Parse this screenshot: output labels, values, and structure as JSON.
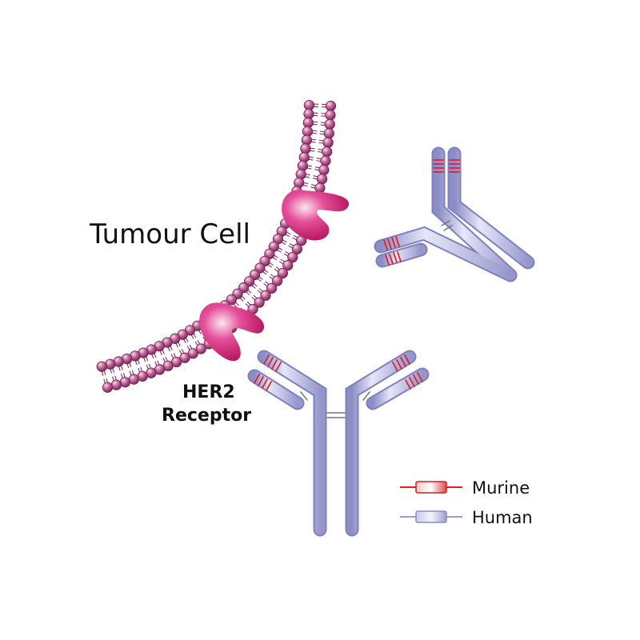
{
  "labels": {
    "tumour_cell": "Tumour Cell",
    "her2_line1": "HER2",
    "her2_line2": "Receptor"
  },
  "legend": {
    "items": [
      {
        "label": "Murine",
        "color": "#e0202a"
      },
      {
        "label": "Human",
        "color": "#9a9ad4"
      }
    ]
  },
  "colors": {
    "membrane_head": "#a0336e",
    "receptor": "#d81b6b",
    "antibody": "#a6a8d8",
    "murine": "#e0202a"
  }
}
